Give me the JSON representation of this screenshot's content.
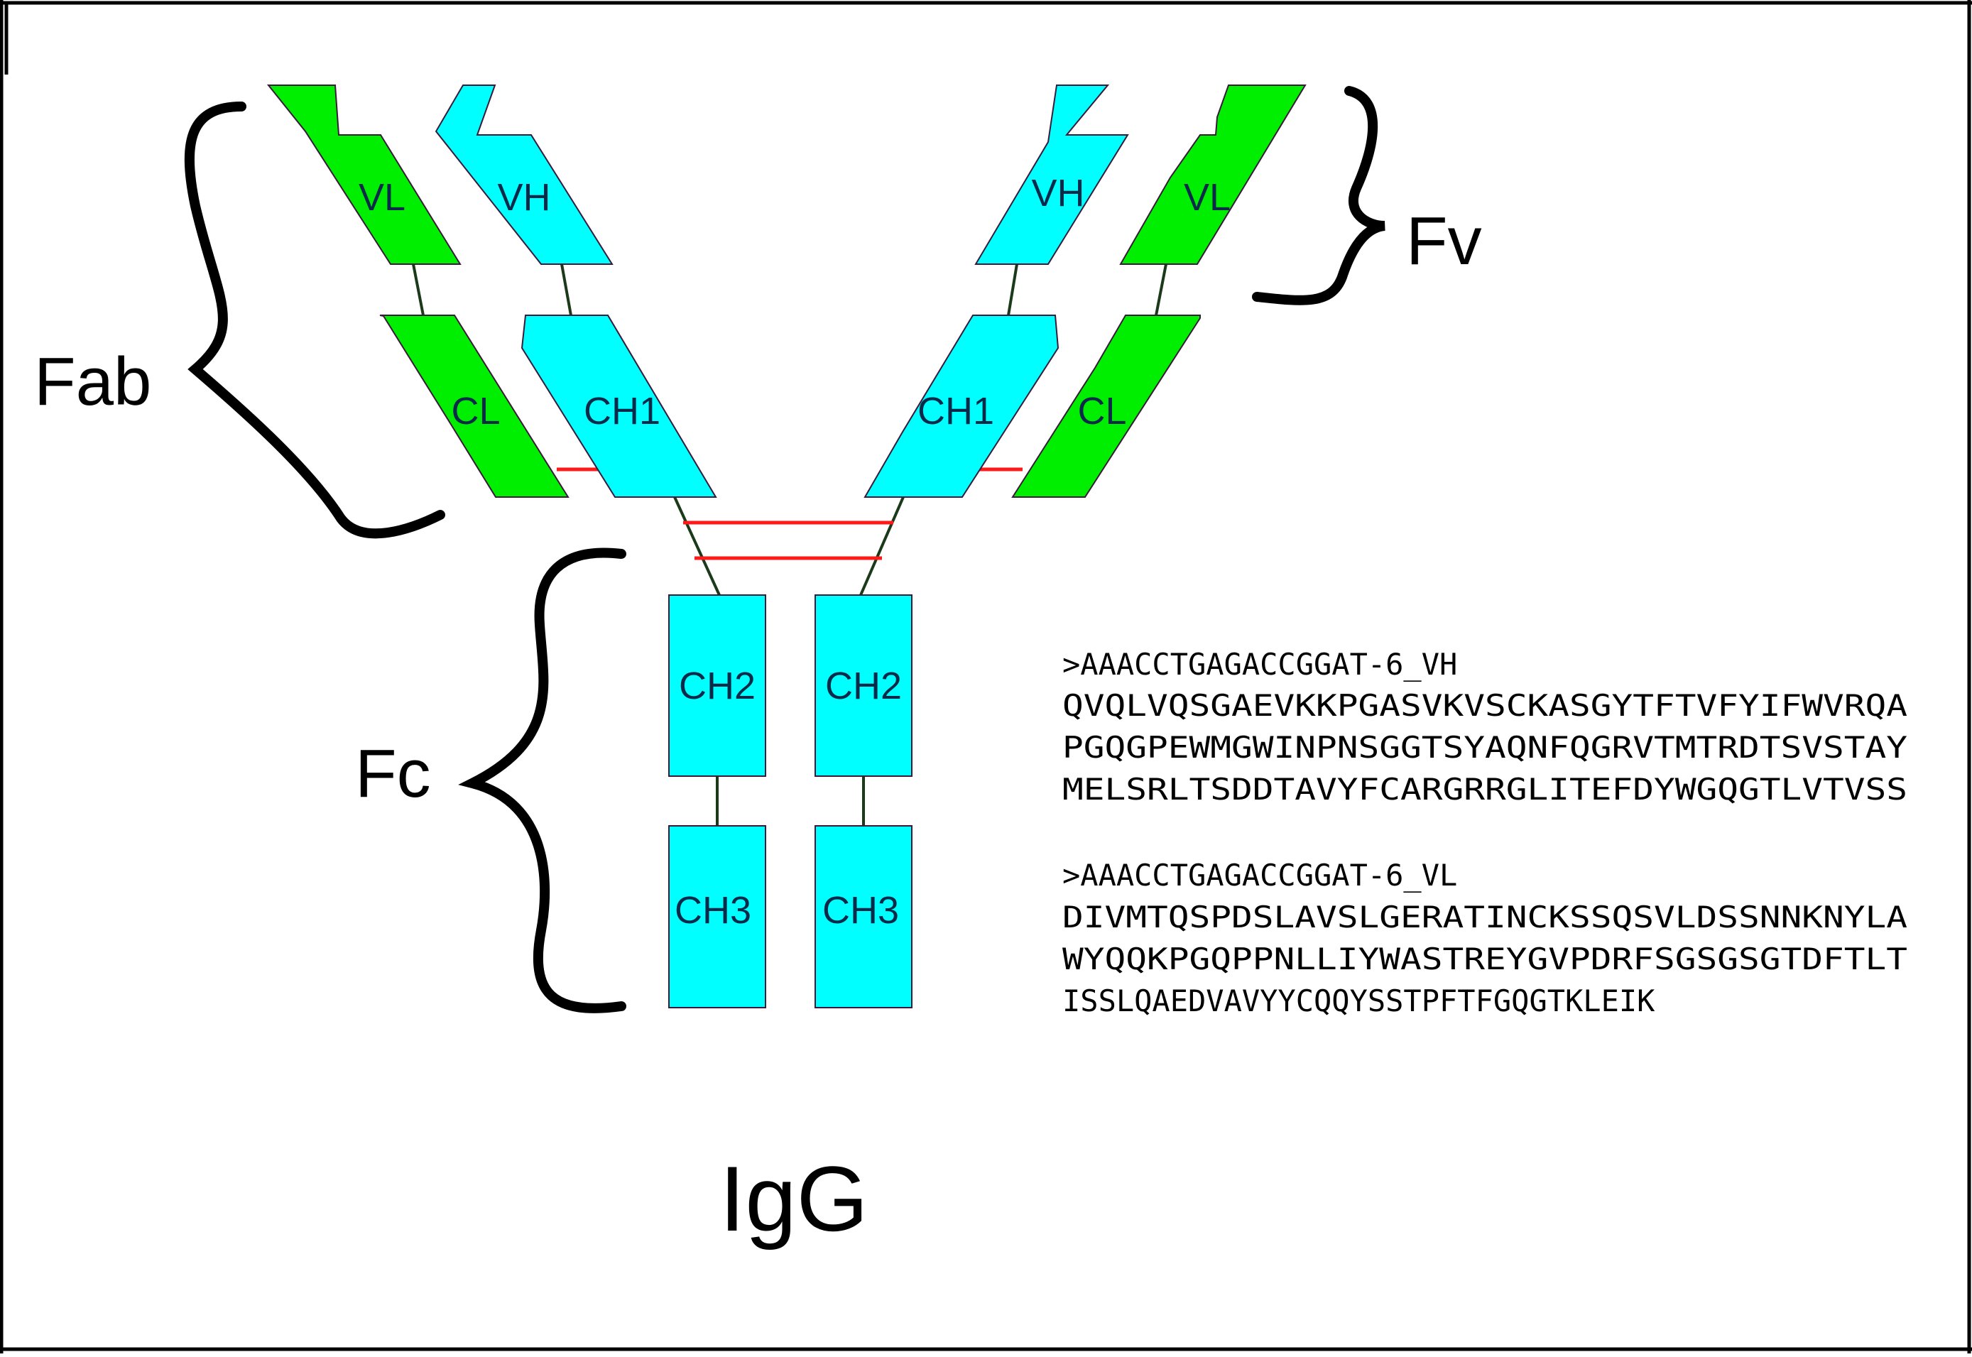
{
  "diagram": {
    "title": "IgG",
    "colors": {
      "heavy_chain": "#00ffff",
      "light_chain": "#00ee00",
      "disulfide_bond": "#ff1a1a",
      "linker": "#1a3a1a",
      "outline": "#3a1a3a",
      "brace": "#000000"
    },
    "domains": {
      "vl_left": "VL",
      "vh_left": "VH",
      "vh_right": "VH",
      "vl_right": "VL",
      "cl_left": "CL",
      "ch1_left": "CH1",
      "ch1_right": "CH1",
      "cl_right": "CL",
      "ch2_left": "CH2",
      "ch2_right": "CH2",
      "ch3_left": "CH3",
      "ch3_right": "CH3"
    },
    "regions": {
      "fab": "Fab",
      "fv": "Fv",
      "fc": "Fc"
    }
  },
  "sequences": {
    "vh": {
      "header": ">AAACCTGAGACCGGAT-6_VH",
      "lines": [
        "QVQLVQSGAEVKKPGASVKVSCKASGYTFTVFYIFWVRQA",
        "PGQGPEWMGWINPNSGGTSYAQNFQGRVTMTRDTSVSTAY",
        "MELSRLTSDDTAVYFCARGRRGLITEFDYWGQGTLVTVSS"
      ]
    },
    "vl": {
      "header": ">AAACCTGAGACCGGAT-6_VL",
      "lines": [
        "DIVMTQSPDSLAVSLGERATINCKSSQSVLDSSNNKNYLA",
        "WYQQKPGQPPNLLIYWASTREYGVPDRFSGSGSGTDFTLT",
        "ISSLQAEDVAVYYCQQYSSTPFTFGQGTKLEIK"
      ]
    }
  }
}
